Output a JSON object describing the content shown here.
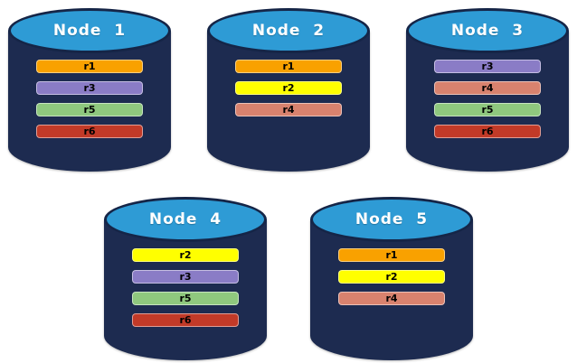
{
  "diagram": {
    "description": "Five database node cylinders showing replica placement",
    "colors": {
      "cylinder_body": "#1d2b50",
      "cylinder_top": "#2e9bd5",
      "cylinder_outline": "#152547",
      "title_text": "#ffffff",
      "bar_text": "#000000",
      "page_background": "#ffffff"
    },
    "replica_colors": {
      "r1": "#f9a100",
      "r2": "#ffff00",
      "r3": "#8a7cc6",
      "r4": "#d8826e",
      "r5": "#8fc87e",
      "r6": "#c23a28"
    },
    "nodes": [
      {
        "title": "Node  1",
        "row": 1,
        "replicas": [
          "r1",
          "r3",
          "r5",
          "r6"
        ]
      },
      {
        "title": "Node  2",
        "row": 1,
        "replicas": [
          "r1",
          "r2",
          "r4"
        ]
      },
      {
        "title": "Node  3",
        "row": 1,
        "replicas": [
          "r3",
          "r4",
          "r5",
          "r6"
        ]
      },
      {
        "title": "Node  4",
        "row": 2,
        "replicas": [
          "r2",
          "r3",
          "r5",
          "r6"
        ]
      },
      {
        "title": "Node  5",
        "row": 2,
        "replicas": [
          "r1",
          "r2",
          "r4"
        ]
      }
    ]
  }
}
